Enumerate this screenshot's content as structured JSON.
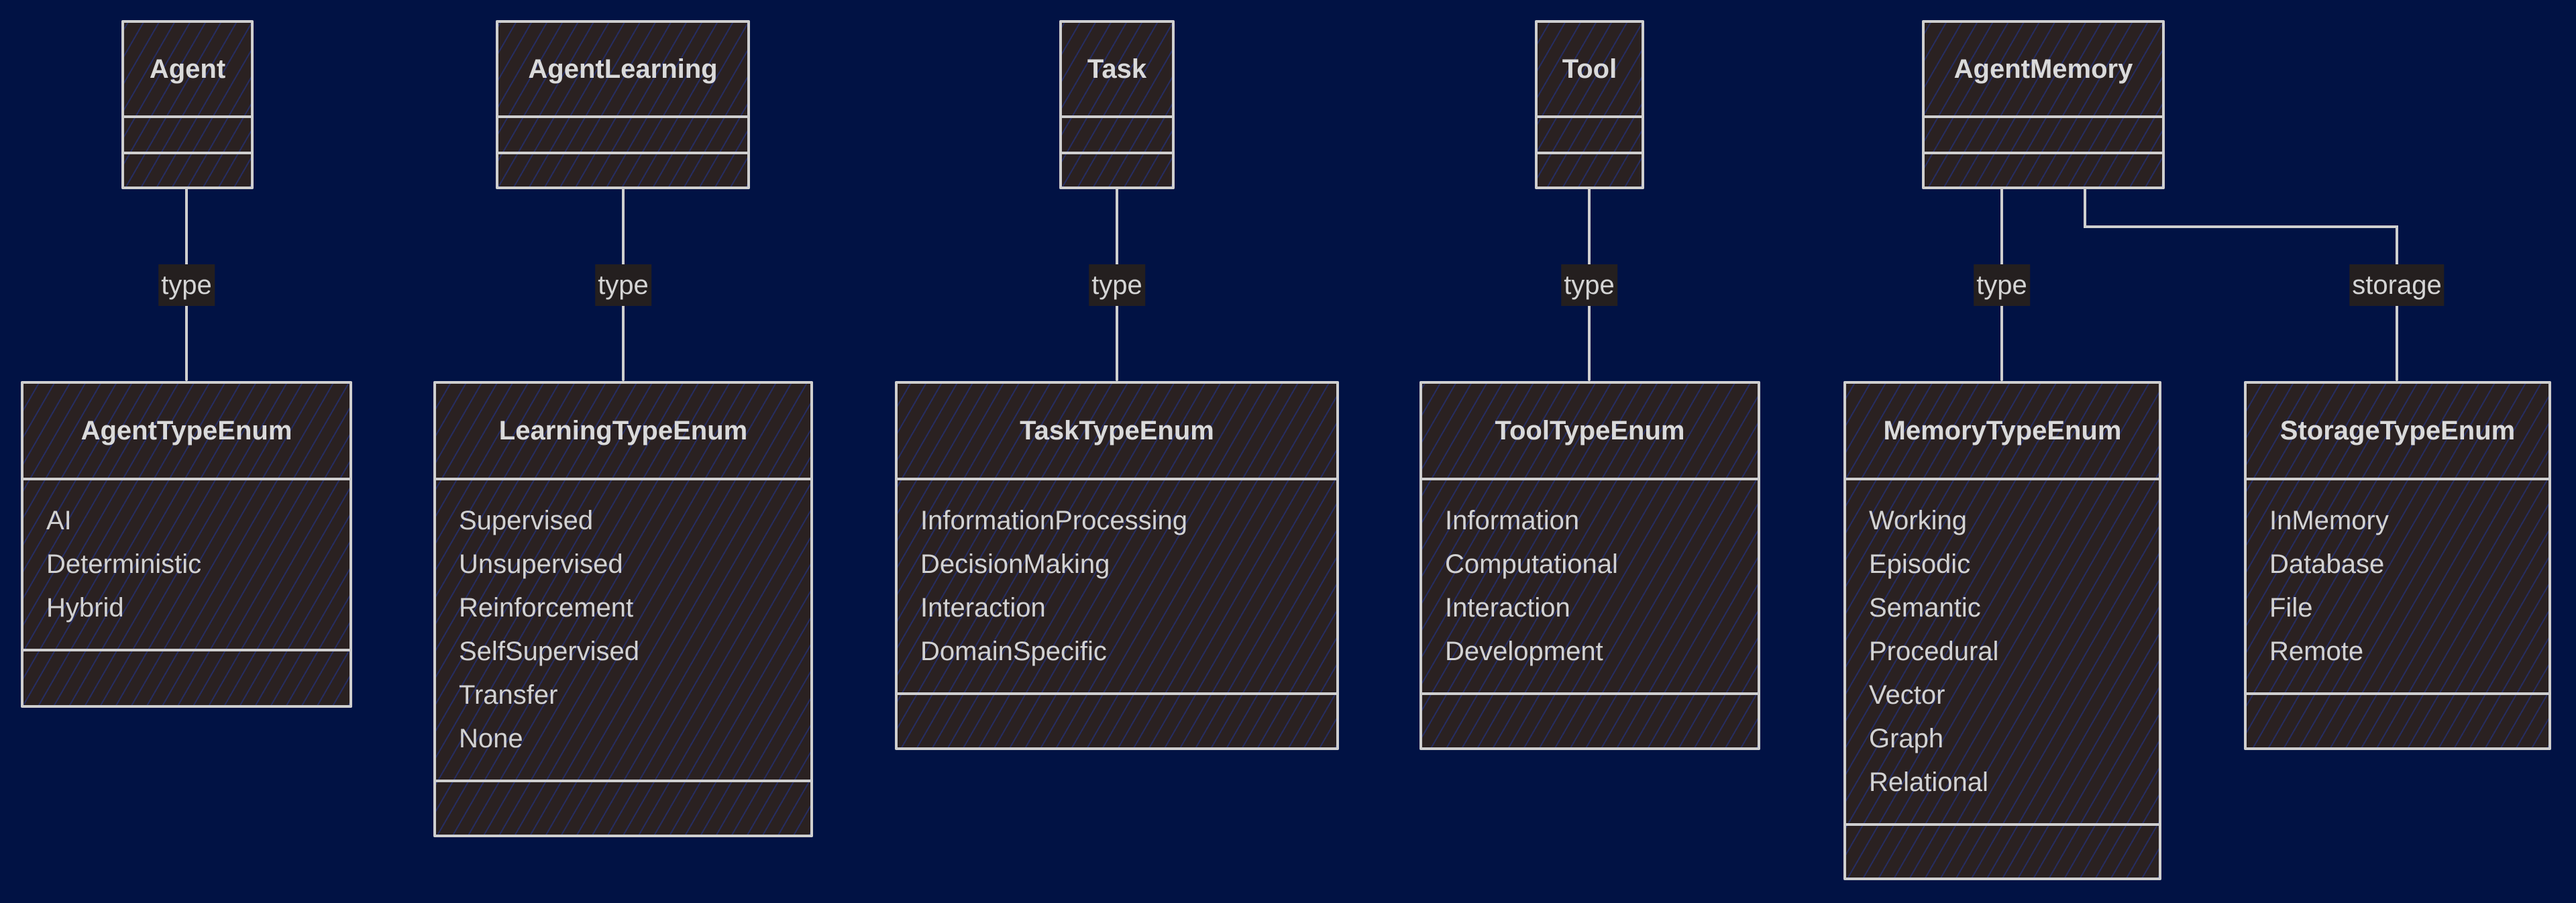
{
  "diagram": {
    "entities": [
      {
        "id": "agent",
        "name": "Agent",
        "attributes": []
      },
      {
        "id": "agent-learning",
        "name": "AgentLearning",
        "attributes": []
      },
      {
        "id": "task",
        "name": "Task",
        "attributes": []
      },
      {
        "id": "tool",
        "name": "Tool",
        "attributes": []
      },
      {
        "id": "agent-memory",
        "name": "AgentMemory",
        "attributes": []
      },
      {
        "id": "agent-type-enum",
        "name": "AgentTypeEnum",
        "attributes": [
          "AI",
          "Deterministic",
          "Hybrid"
        ]
      },
      {
        "id": "learning-type-enum",
        "name": "LearningTypeEnum",
        "attributes": [
          "Supervised",
          "Unsupervised",
          "Reinforcement",
          "SelfSupervised",
          "Transfer",
          "None"
        ]
      },
      {
        "id": "task-type-enum",
        "name": "TaskTypeEnum",
        "attributes": [
          "InformationProcessing",
          "DecisionMaking",
          "Interaction",
          "DomainSpecific"
        ]
      },
      {
        "id": "tool-type-enum",
        "name": "ToolTypeEnum",
        "attributes": [
          "Information",
          "Computational",
          "Interaction",
          "Development"
        ]
      },
      {
        "id": "memory-type-enum",
        "name": "MemoryTypeEnum",
        "attributes": [
          "Working",
          "Episodic",
          "Semantic",
          "Procedural",
          "Vector",
          "Graph",
          "Relational"
        ]
      },
      {
        "id": "storage-type-enum",
        "name": "StorageTypeEnum",
        "attributes": [
          "InMemory",
          "Database",
          "File",
          "Remote"
        ]
      }
    ],
    "relations": [
      {
        "from": "Agent",
        "to": "AgentTypeEnum",
        "label": "type"
      },
      {
        "from": "AgentLearning",
        "to": "LearningTypeEnum",
        "label": "type"
      },
      {
        "from": "Task",
        "to": "TaskTypeEnum",
        "label": "type"
      },
      {
        "from": "Tool",
        "to": "ToolTypeEnum",
        "label": "type"
      },
      {
        "from": "AgentMemory",
        "to": "MemoryTypeEnum",
        "label": "type"
      },
      {
        "from": "AgentMemory",
        "to": "StorageTypeEnum",
        "label": "storage"
      }
    ]
  },
  "colors": {
    "background": "#011244",
    "box_fill": "#2a2121",
    "hatch": "#2337a0",
    "stroke": "#cfcfcf",
    "text": "#d5d5d5"
  }
}
